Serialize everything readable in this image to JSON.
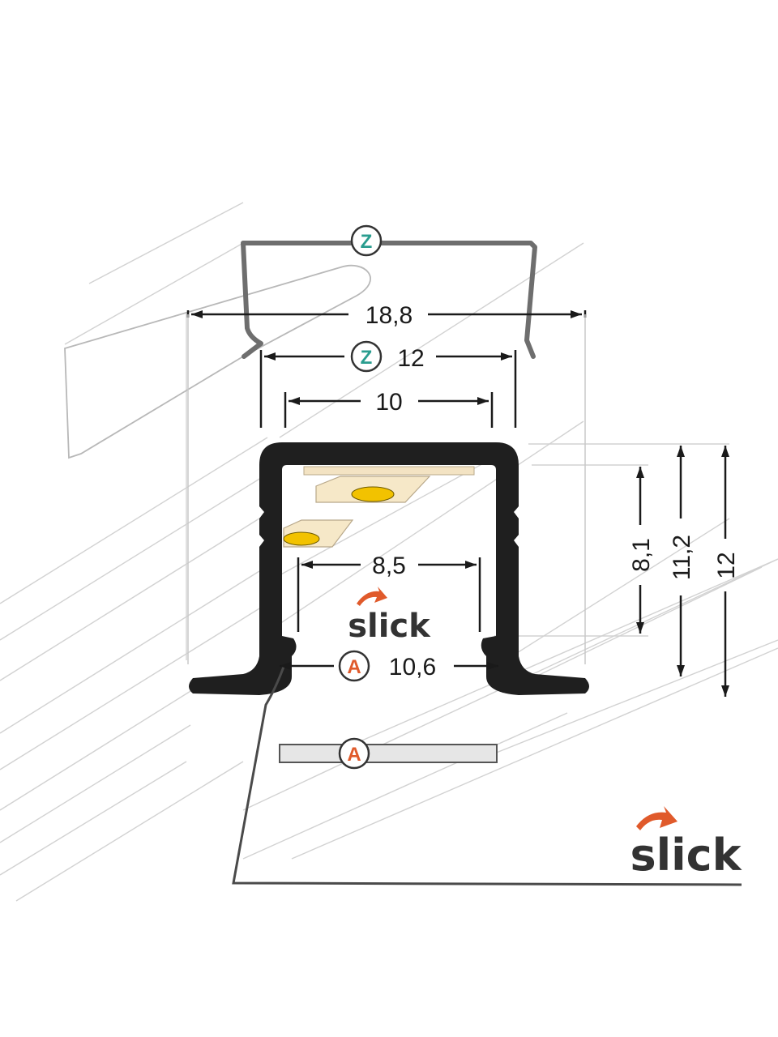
{
  "colors": {
    "profile": "#1f1f1f",
    "dimension_line": "#1a1a1a",
    "guide_line": "#c8c8c8",
    "cover_z": "#6e6e6e",
    "badge_z": "#2a9d8f",
    "badge_a": "#e05a2b",
    "led_strip": "#f3e3c3",
    "led_chip": "#f2c200",
    "logo_arrow": "#e05a2b",
    "logo_text": "#333333",
    "diffuser_a": "#e6e6e6"
  },
  "badges": {
    "z": "Z",
    "a": "A"
  },
  "dimensions": {
    "overall_width": "18,8",
    "cover_z_width": "12",
    "inner_top_width": "10",
    "inner_bottom_width": "8,5",
    "diffuser_a_width": "10,6",
    "inner_height": "8,1",
    "profile_height": "11,2",
    "total_height": "12"
  },
  "logo": {
    "text": "slick",
    "icon": "slick-arrow-icon"
  }
}
